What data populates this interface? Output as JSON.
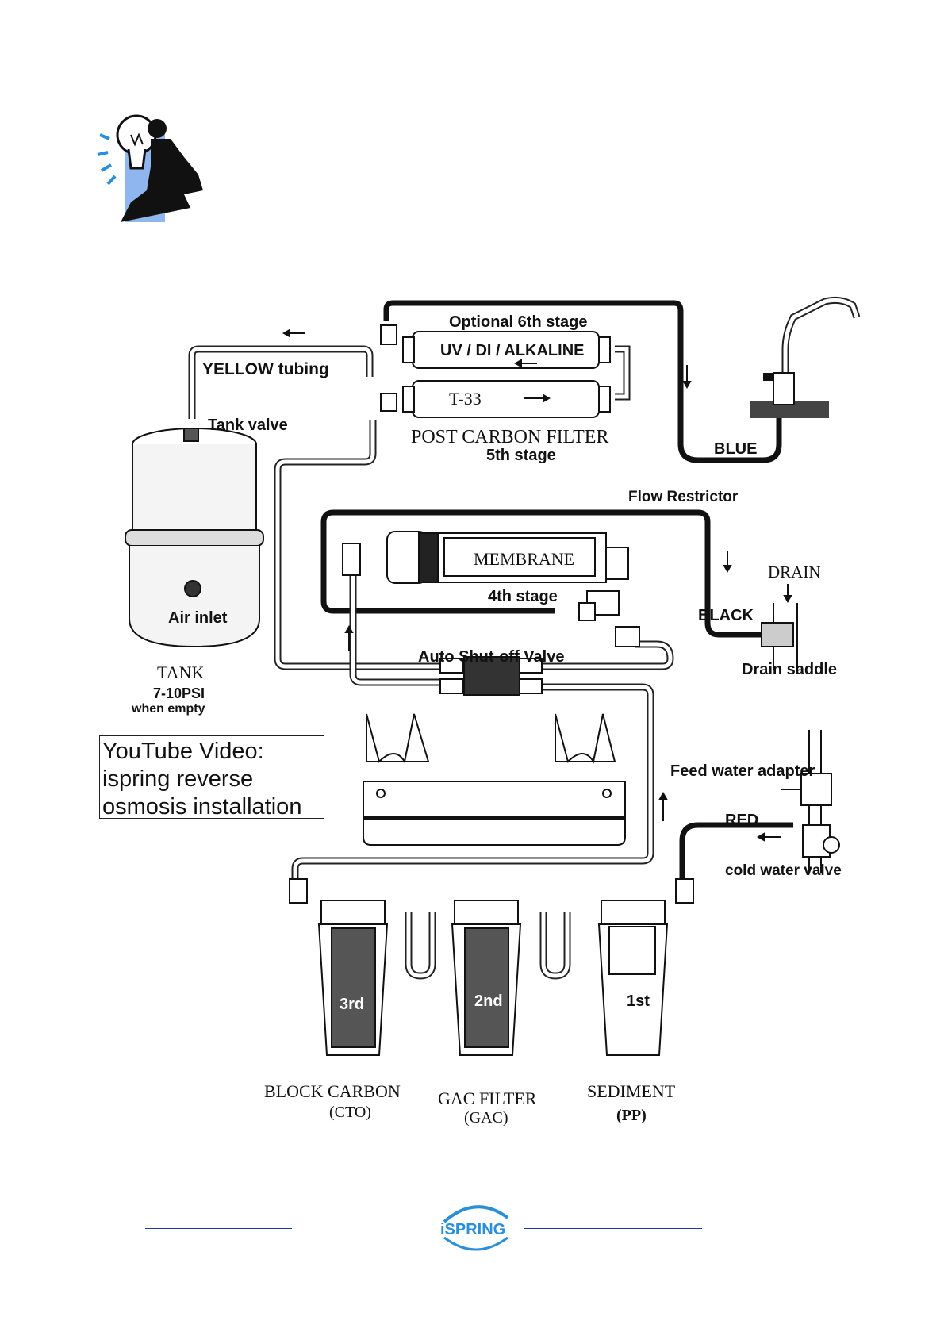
{
  "header": {
    "icon": "idea-lightbulb-man-icon"
  },
  "video_box": {
    "lines": [
      "YouTube Video:",
      "ispring reverse",
      "osmosis installation"
    ]
  },
  "labels": {
    "optional_stage": "Optional 6th stage",
    "uv_di_alkaline": "UV / DI / ALKALINE",
    "t33": "T-33",
    "post_carbon": "POST CARBON FILTER",
    "fifth_stage": "5th stage",
    "yellow_tubing": "YELLOW tubing",
    "tank_valve": "Tank valve",
    "blue": "BLUE",
    "flow_restrictor": "Flow Restrictor",
    "membrane": "MEMBRANE",
    "fourth_stage": "4th stage",
    "drain": "DRAIN",
    "black": "BLACK",
    "drain_saddle": "Drain saddle",
    "air_inlet": "Air inlet",
    "tank": "TANK",
    "tank_psi": "7-10PSI",
    "tank_empty": "when  empty",
    "auto_shutoff": "Auto Shut-off Valve",
    "feed_water": "Feed water adapter",
    "red": "RED",
    "cold_water": "cold water valve",
    "third": "3rd",
    "second": "2nd",
    "first": "1st",
    "block_carbon": "BLOCK CARBON",
    "cto": "(CTO)",
    "gac_filter": "GAC FILTER",
    "gac": "(GAC)",
    "sediment": "SEDIMENT",
    "pp": "(PP)"
  },
  "footer": {
    "logo_text": "iSPRING"
  },
  "colors": {
    "footer_line": "#1a3a9c",
    "logo_blue": "#2a8fd6",
    "idea_panel": "#8fb6ee"
  }
}
